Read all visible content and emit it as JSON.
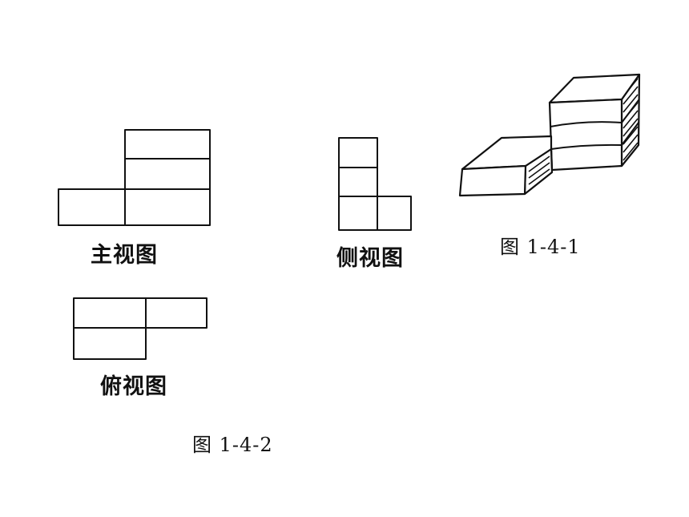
{
  "labels": {
    "front_view": "主视图",
    "side_view": "侧视图",
    "top_view": "俯视图",
    "figure_views": "图 1-4-2",
    "figure_solid": "图 1-4-1"
  }
}
